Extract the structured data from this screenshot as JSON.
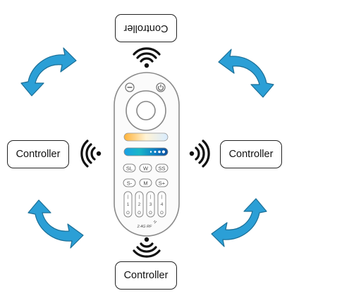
{
  "controllers": {
    "top": "Controller",
    "left": "Controller",
    "right": "Controller",
    "bottom": "Controller"
  },
  "remote": {
    "buttons": {
      "speed_low": "SL",
      "white": "W",
      "speed_high": "SS",
      "speed_down": "S-",
      "mode": "M",
      "speed_up": "S+"
    },
    "zones": [
      "1",
      "2",
      "3",
      "4"
    ],
    "band_label": "2.4G RF"
  },
  "colors": {
    "arrow": "#2b9fd6",
    "arrow_outline": "#1b6f97",
    "outline": "#222222",
    "remote_outline": "#8a8a8a"
  },
  "icons": [
    "wifi-signal-icon",
    "rotation-arrow-icon",
    "power-icon",
    "off-icon"
  ]
}
